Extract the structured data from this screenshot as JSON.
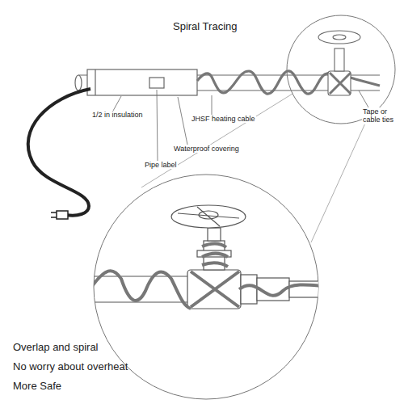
{
  "diagram": {
    "title": "Spiral Tracing",
    "labels": [
      "1/2 in insulation",
      "JHSF heating cable",
      "Waterproof covering",
      "Pipe label",
      "Tape or cable ties",
      "Overlap and spiral",
      "No worry about overheat",
      "More Safe"
    ]
  }
}
